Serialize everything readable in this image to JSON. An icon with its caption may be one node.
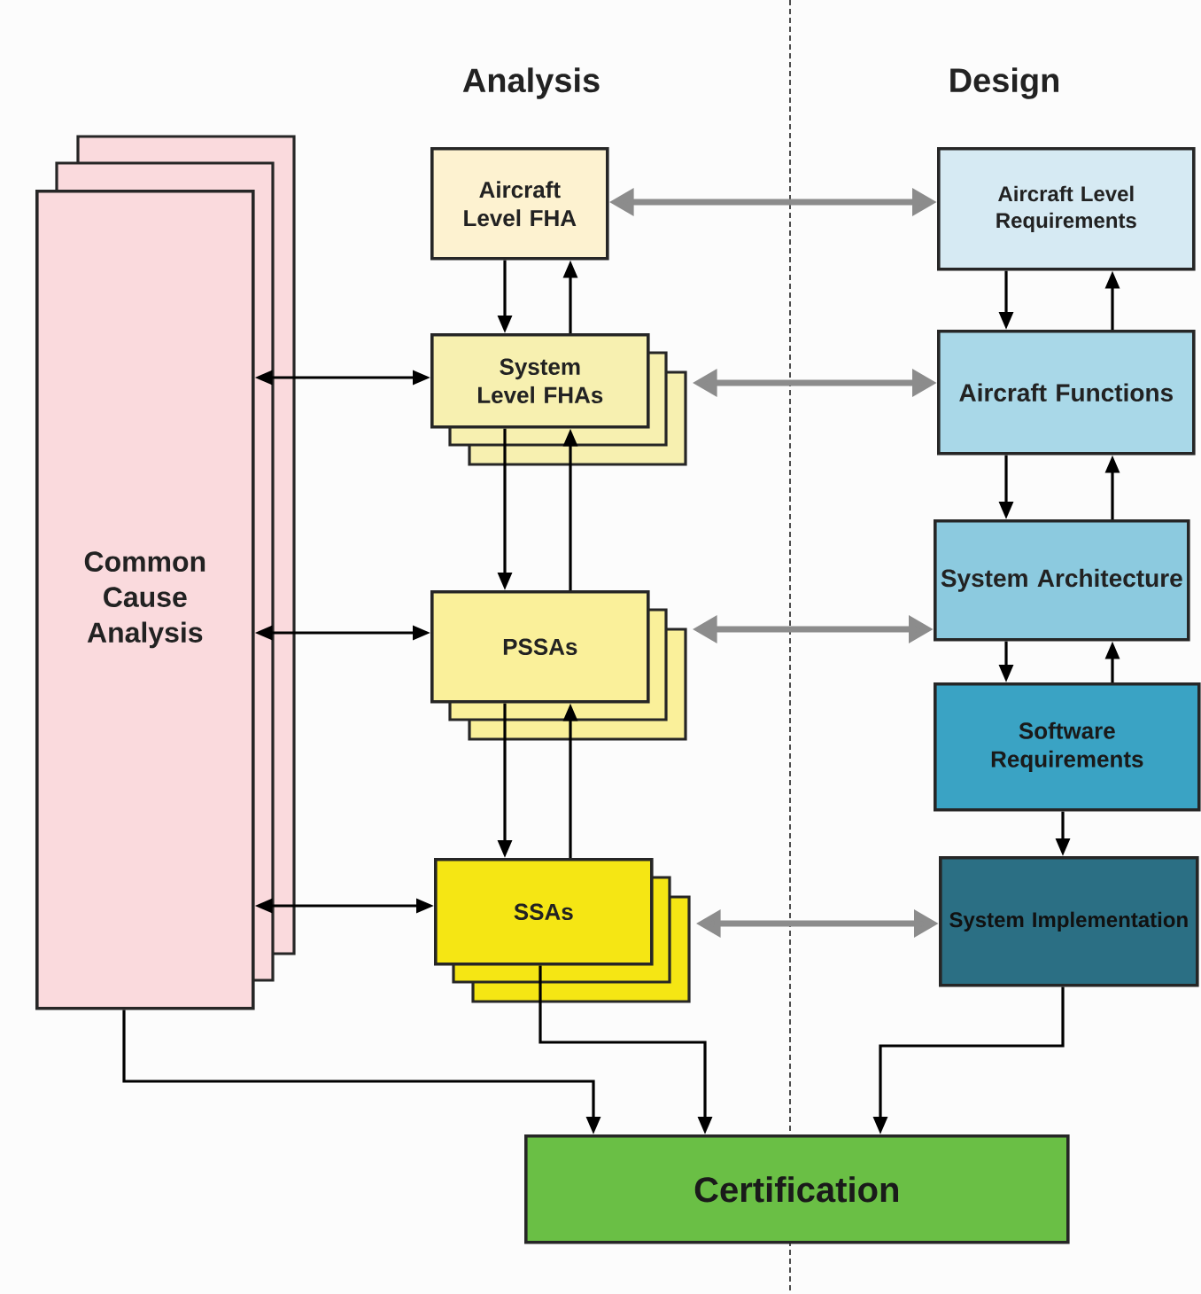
{
  "diagram": {
    "nodes": [
      {
        "text": [
          "Common Cause Analysis"
        ]
      },
      {
        "text": [
          "Aircraft Level FHA"
        ]
      },
      {
        "text": [
          "System Level FHAs"
        ]
      },
      {
        "text": [
          "PSSAs"
        ]
      },
      {
        "text": [
          "SSAs"
        ]
      },
      {
        "text": [
          "Aircraft Level Requirements"
        ]
      },
      {
        "text": [
          "Aircraft Functions"
        ]
      },
      {
        "text": [
          "System Architecture"
        ]
      },
      {
        "text": [
          "Software Requirements"
        ]
      },
      {
        "text": [
          "System Implementation"
        ]
      },
      {
        "text": [
          "Certification"
        ]
      }
    ],
    "edges": [
      {
        "from": 1,
        "to": 2,
        "arrow": "to"
      },
      {
        "from": 2,
        "to": 1,
        "arrow": "to"
      },
      {
        "from": 2,
        "to": 3,
        "arrow": "to"
      },
      {
        "from": 3,
        "to": 2,
        "arrow": "to"
      },
      {
        "from": 3,
        "to": 4,
        "arrow": "to"
      },
      {
        "from": 4,
        "to": 3,
        "arrow": "to"
      },
      {
        "from": 0,
        "to": 2,
        "arrow": "both"
      },
      {
        "from": 0,
        "to": 3,
        "arrow": "both"
      },
      {
        "from": 0,
        "to": 4,
        "arrow": "both"
      },
      {
        "from": 1,
        "to": 5,
        "arrow": "both",
        "style": "thick",
        "color": "#8c8c8c"
      },
      {
        "from": 2,
        "to": 6,
        "arrow": "both",
        "style": "thick",
        "color": "#8c8c8c"
      },
      {
        "from": 3,
        "to": 7,
        "arrow": "both",
        "style": "thick",
        "color": "#8c8c8c"
      },
      {
        "from": 4,
        "to": 9,
        "arrow": "both",
        "style": "thick",
        "color": "#8c8c8c"
      },
      {
        "from": 5,
        "to": 6,
        "arrow": "to"
      },
      {
        "from": 6,
        "to": 5,
        "arrow": "to"
      },
      {
        "from": 6,
        "to": 7,
        "arrow": "to"
      },
      {
        "from": 7,
        "to": 6,
        "arrow": "to"
      },
      {
        "from": 7,
        "to": 8,
        "arrow": "to"
      },
      {
        "from": 8,
        "to": 7,
        "arrow": "to"
      },
      {
        "from": 8,
        "to": 9,
        "arrow": "to"
      },
      {
        "from": 0,
        "to": 10,
        "arrow": "to"
      },
      {
        "from": 4,
        "to": 10,
        "arrow": "to"
      },
      {
        "from": 9,
        "to": 10,
        "arrow": "to"
      }
    ],
    "labels": [
      "Analysis",
      "Design"
    ]
  }
}
